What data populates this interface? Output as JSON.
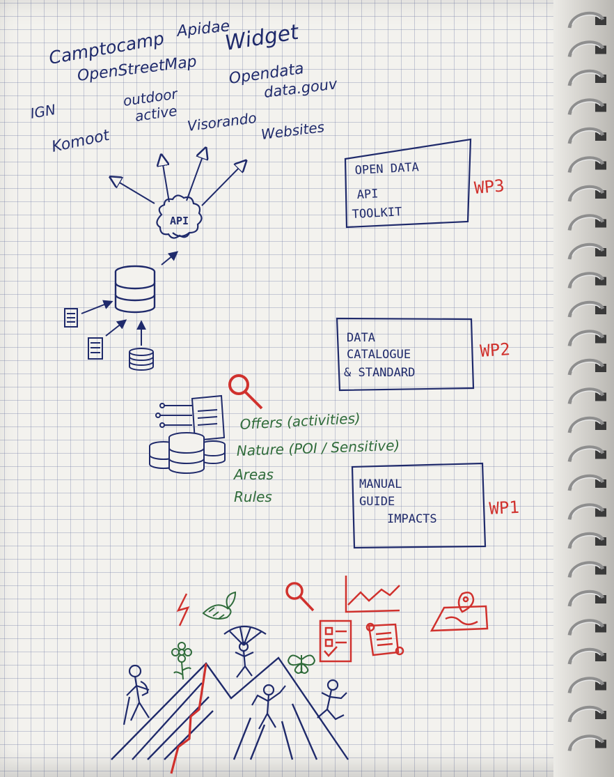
{
  "colors": {
    "ink_blue": "#1f2a6b",
    "ink_red": "#d0312d",
    "ink_green": "#2f6b3a",
    "paper": "#f3f2ee",
    "grid": "#8a93b8"
  },
  "platforms": {
    "camptocamp": "Camptocamp",
    "apidae": "Apidae",
    "widget": "Widget",
    "openstreetmap": "OpenStreetMap",
    "opendata": "Opendata",
    "datagouv": "data.gouv",
    "ign": "IGN",
    "outdoor": "outdoor",
    "active": "active",
    "komoot": "Komoot",
    "visorando": "Visorando",
    "websites": "Websites"
  },
  "api_label": "API",
  "boxes": {
    "wp3": {
      "lines": [
        "OPEN DATA",
        "API",
        "TOOLKIT"
      ],
      "tag": "WP3"
    },
    "wp2": {
      "lines": [
        "DATA",
        "CATALOGUE",
        "& STANDARD"
      ],
      "tag": "WP2"
    },
    "wp1": {
      "lines": [
        "MANUAL",
        "GUIDE",
        "IMPACTS"
      ],
      "tag": "WP1"
    }
  },
  "themes": [
    "Offers (activities)",
    "Nature (POI / Sensitive)",
    "Areas",
    "Rules"
  ],
  "icons": [
    "database-icon",
    "document-icon",
    "api-gear-icon",
    "magnifier-icon",
    "server-stack-icon",
    "lightning-icon",
    "bird-icon",
    "flower-icon",
    "butterfly-icon",
    "line-chart-icon",
    "checklist-icon",
    "scroll-icon",
    "map-pin-icon",
    "mountains-icon",
    "hiker-icon",
    "paraglider-icon",
    "climber-icon"
  ]
}
